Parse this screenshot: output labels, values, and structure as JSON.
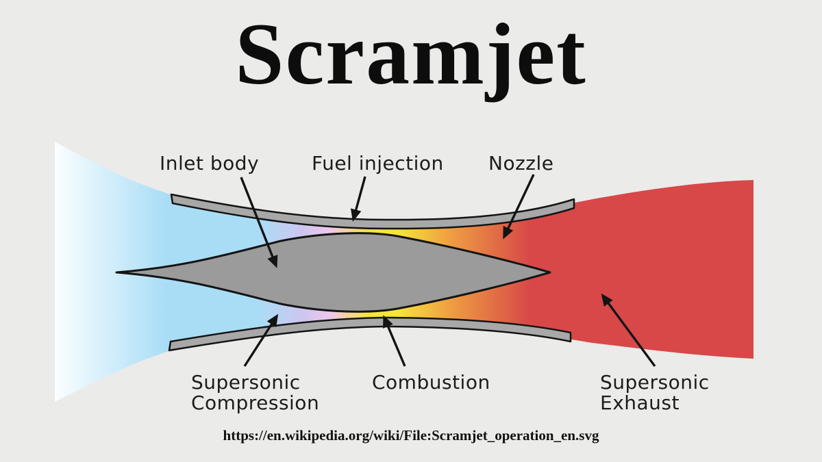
{
  "title": "Scramjet",
  "source": "https://en.wikipedia.org/wiki/File:Scramjet_operation_en.svg",
  "labels": {
    "inlet_body": "Inlet body",
    "fuel_injection": "Fuel injection",
    "nozzle": "Nozzle",
    "supersonic_compression": "Supersonic\nCompression",
    "combustion": "Combustion",
    "supersonic_exhaust": "Supersonic\nExhaust"
  },
  "colors": {
    "background": "#ebebe9",
    "freestream_white": "#fbfeff",
    "intake_blue": "#a9ddf6",
    "compression_lavender": "#cdc6ef",
    "compression_pink": "#f0c6ec",
    "combustion_yellow": "#f7e53b",
    "combustion_orange": "#ee9b42",
    "exhaust_red": "#d84848",
    "body_gray": "#9b9b9b",
    "wall_gray": "#a8a8a8",
    "outline_black": "#141414"
  }
}
